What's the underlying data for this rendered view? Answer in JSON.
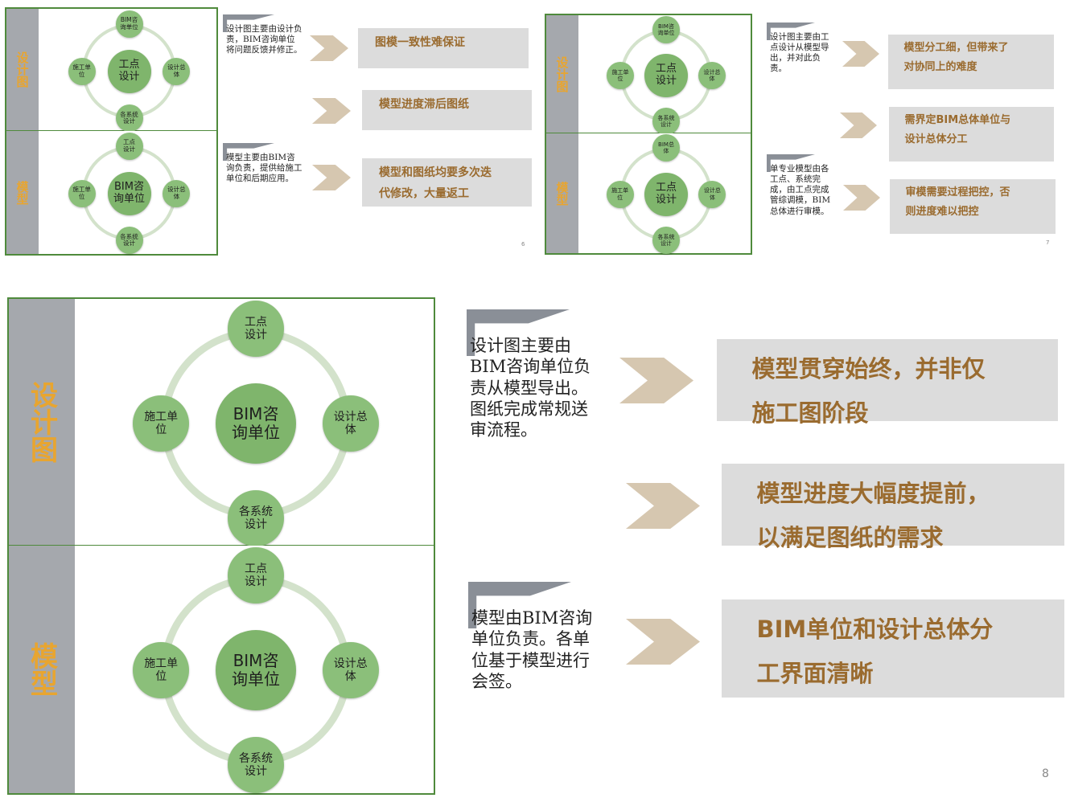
{
  "slides": [
    {
      "panels": [
        {
          "side_label": "设计图",
          "center": "工点\n设计",
          "top": "BIM咨\n询单位",
          "left": "施工单\n位",
          "right": "设计总\n体",
          "bottom": "各系统\n设计"
        },
        {
          "side_label": "模型",
          "center": "BIM咨\n询单位",
          "top": "工点\n设计",
          "left": "施工单\n位",
          "right": "设计总\n体",
          "bottom": "各系统\n设计"
        }
      ],
      "notes": [
        "设计图主要由设计负责，BIM咨询单位将问题反馈并修正。",
        "模型主要由BIM咨询负责，提供给施工单位和后期应用。"
      ],
      "boxes": [
        "图模一致性难保证",
        "模型进度滞后图纸",
        "模型和图纸均要多次迭\n代修改，大量返工"
      ],
      "page": "6"
    },
    {
      "panels": [
        {
          "side_label": "设计图",
          "center": "工点\n设计",
          "top": "BIM咨\n询单位",
          "left": "施工单\n位",
          "right": "设计总\n体",
          "bottom": "各系统\n设计"
        },
        {
          "side_label": "模型",
          "center": "工点\n设计",
          "top": "BIM总\n体",
          "left": "施工单\n位",
          "right": "设计总\n体",
          "bottom": "各系统\n设计"
        }
      ],
      "notes": [
        "设计图主要由工点设计从模型导出，并对此负责。",
        "单专业模型由各工点、系统完成，由工点完成管综调模，BIM总体进行审模。"
      ],
      "boxes": [
        "模型分工细，但带来了\n对协同上的难度",
        "需界定BIM总体单位与\n设计总体分工",
        "审模需要过程把控，否\n则进度难以把控"
      ],
      "page": "7"
    },
    {
      "panels": [
        {
          "side_label": "设计图",
          "center": "BIM咨\n询单位",
          "top": "工点\n设计",
          "left": "施工单\n位",
          "right": "设计总\n体",
          "bottom": "各系统\n设计"
        },
        {
          "side_label": "模型",
          "center": "BIM咨\n询单位",
          "top": "工点\n设计",
          "left": "施工单\n位",
          "right": "设计总\n体",
          "bottom": "各系统\n设计"
        }
      ],
      "notes": [
        "设计图主要由BIM咨询单位负责从模型导出。图纸完成常规送审流程。",
        "模型由BIM咨询单位负责。各单位基于模型进行会签。"
      ],
      "boxes": [
        "模型贯穿始终，并非仅\n施工图阶段",
        "模型进度大幅度提前，\n以满足图纸的需求",
        "BIM单位和设计总体分\n工界面清晰"
      ],
      "page": "8"
    }
  ]
}
